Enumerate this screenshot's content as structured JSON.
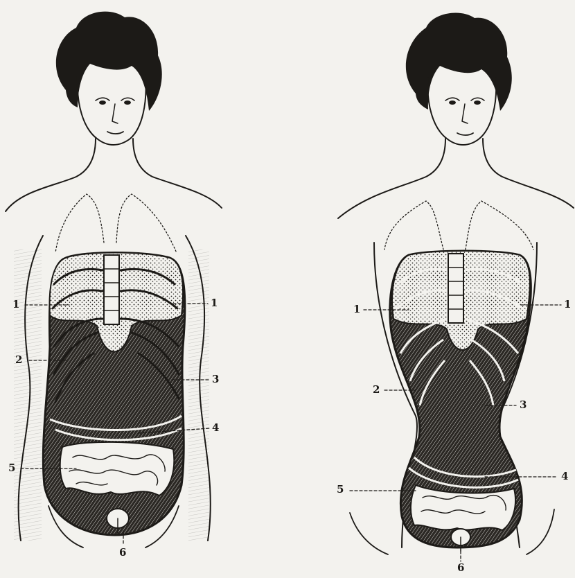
{
  "figures": [
    {
      "id": "natural-waist",
      "labels": [
        "1",
        "1",
        "2",
        "3",
        "4",
        "5",
        "6"
      ]
    },
    {
      "id": "corseted-waist",
      "labels": [
        "1",
        "1",
        "2",
        "3",
        "4",
        "5",
        "6"
      ]
    }
  ],
  "colors": {
    "paper": "#f3f2ee",
    "ink": "#1c1a17",
    "organ_shadow": "#2b2824"
  }
}
